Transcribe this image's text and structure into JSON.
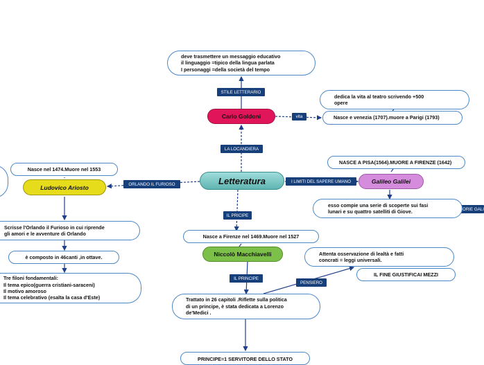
{
  "root": {
    "label": "Letteratura"
  },
  "authors": {
    "goldoni": "Carlo Goldoni",
    "ariosto": "Ludovico Ariosto",
    "galilei": "Galileo Galilei",
    "machiavelli": "Niccolò Macchiavelli"
  },
  "tags": {
    "stile": "STILE LETTERARIO",
    "locandiera": "LA LOCANDIERA",
    "vita": "vita",
    "orlando": "ORLANDO IL FURIOSO",
    "limiti": "I LIMITI DEL SAPERE UMANO",
    "principe1": "IL PRICIPE",
    "principe2": "IL PRINCIPE",
    "pensiero": "PENSIERO",
    "galilei_cut": "ORIE GALI"
  },
  "notes": {
    "stile": "deve trasmettere un messaggio educativo\nil linguaggio =tipico della lingua parlata\nI personaggi =della società del tempo",
    "teatro": "dedica la vita al teatro scrivendo +500\nopere",
    "venezia": "Nasce e venezia (1707).muore a Parigi (1793)",
    "ariosto_nasce": "Nasce nel 1474.Muore nel 1553",
    "orlando": "Scrisse l'Orlando il Furioso in cui riprende\ngli amori e le avventure di Orlando",
    "canti": "è composto in 46canti ,in ottave.",
    "filoni": "Tre filoni fondamentali:\nIl tema epico(guerra cristiani-saraceni)\nIl motivo amoroso\nIl tema celebrativo  (esalta la casa d'Este)",
    "pisa": "NASCE A PISA(1564).MUORE A FIRENZE    (1642)",
    "scoperte": "esso compie una serie di scoperte sui fasi\nlunari e su quattro satelliti di Giove.",
    "mach_nasce": "Nasce a Firenze nel 1469.Muore nel 1527",
    "attenta": "Attenta osservazione di lealtà e fatti\nconcrati = leggi universali.",
    "fine": "IL FINE GIUSTIFICAI MEZZI",
    "trattato": "Trattato in 26 capitoli .Riflette sulla politica\ndi un principe,  è stata dedicata a Lorenzo\nde'Medici .",
    "servitore": "PRINCIPE=1 SERVITORE DELLO STATO"
  },
  "colors": {
    "root": "#6ec3c0",
    "goldoni": "#e0155a",
    "ariosto": "#e6dc1c",
    "galilei": "#d58cdc",
    "machiavelli": "#7cbf49",
    "tag": "#173f7a",
    "line": "#1e3f8a",
    "border": "#4a88c8"
  }
}
